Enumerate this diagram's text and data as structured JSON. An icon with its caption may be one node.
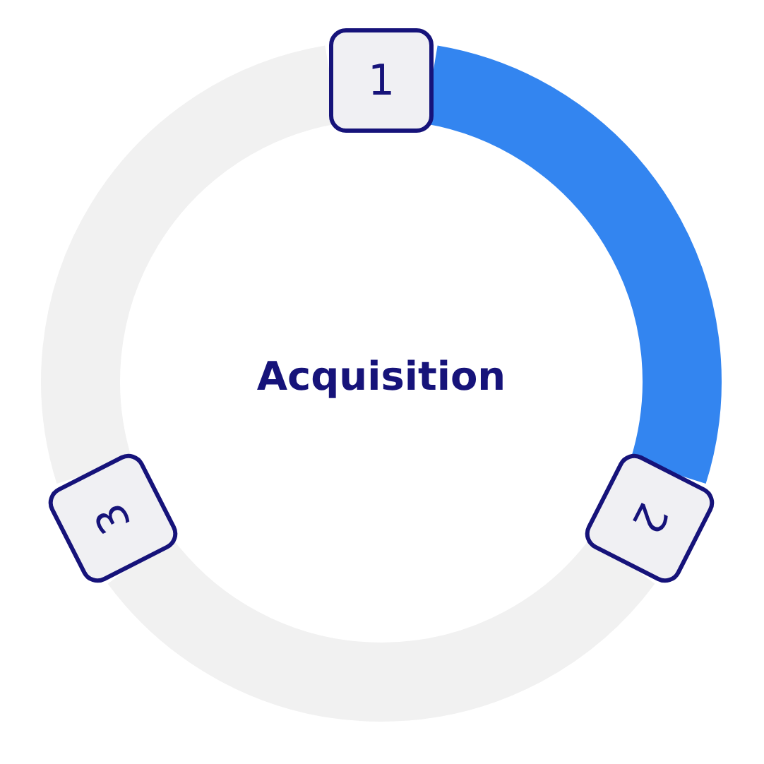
{
  "diagram": {
    "title": "Acquisition",
    "nodes": [
      {
        "text": [
          "1"
        ]
      },
      {
        "text": [
          "2"
        ]
      },
      {
        "text": [
          "3"
        ]
      }
    ],
    "edges": [
      {
        "from": 0,
        "to": 1,
        "arrow": "none",
        "color": "#3385f0"
      },
      {
        "from": 1,
        "to": 2,
        "arrow": "none"
      },
      {
        "from": 2,
        "to": 0,
        "arrow": "none"
      }
    ]
  }
}
